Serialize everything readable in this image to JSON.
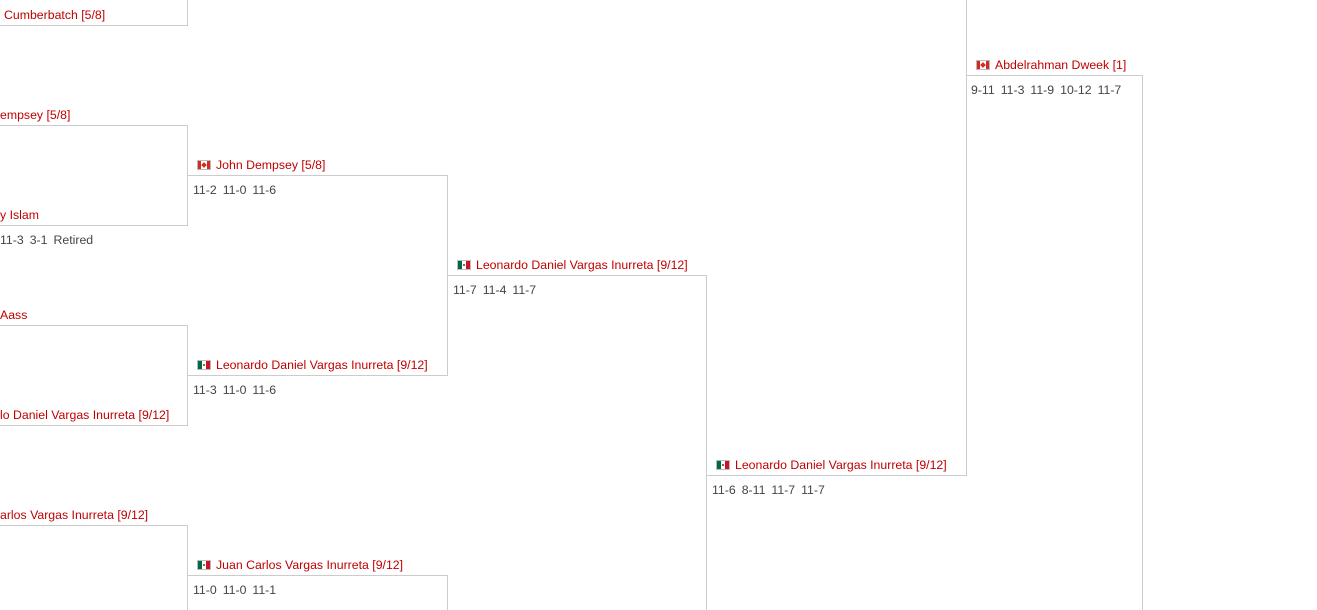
{
  "colors": {
    "player_link": "#c00000",
    "score_text": "#444444",
    "bracket_line": "#cccccc"
  },
  "round1": {
    "m1_winner": "Cumberbatch [5/8]",
    "m2_top": "empsey [5/8]",
    "m2_bottom": "y Islam",
    "m2_scores": [
      "11-3",
      "3-1",
      "Retired"
    ],
    "m3_top": "Aass",
    "m3_bottom": "lo Daniel Vargas Inurreta [9/12]",
    "m4_top": "arlos Vargas Inurreta [9/12]"
  },
  "round2": {
    "m1_winner": "John Dempsey [5/8]",
    "m1_winner_flag": "canada-flag-icon",
    "m1_scores": [
      "11-2",
      "11-0",
      "11-6"
    ],
    "m2_winner": "Leonardo Daniel Vargas Inurreta [9/12]",
    "m2_winner_flag": "mexico-flag-icon",
    "m2_scores": [
      "11-3",
      "11-0",
      "11-6"
    ],
    "m3_winner": "Juan Carlos Vargas Inurreta [9/12]",
    "m3_winner_flag": "mexico-flag-icon",
    "m3_scores": [
      "11-0",
      "11-0",
      "11-1"
    ]
  },
  "quarterfinal": {
    "winner": "Leonardo Daniel Vargas Inurreta [9/12]",
    "winner_flag": "mexico-flag-icon",
    "scores": [
      "11-7",
      "11-4",
      "11-7"
    ]
  },
  "semifinal": {
    "winner": "Leonardo Daniel Vargas Inurreta [9/12]",
    "winner_flag": "mexico-flag-icon",
    "scores": [
      "11-6",
      "8-11",
      "11-7",
      "11-7"
    ]
  },
  "final": {
    "top": "Abdelrahman Dweek [1]",
    "top_flag": "canada-flag-icon",
    "scores": [
      "9-11",
      "11-3",
      "11-9",
      "10-12",
      "11-7"
    ]
  }
}
